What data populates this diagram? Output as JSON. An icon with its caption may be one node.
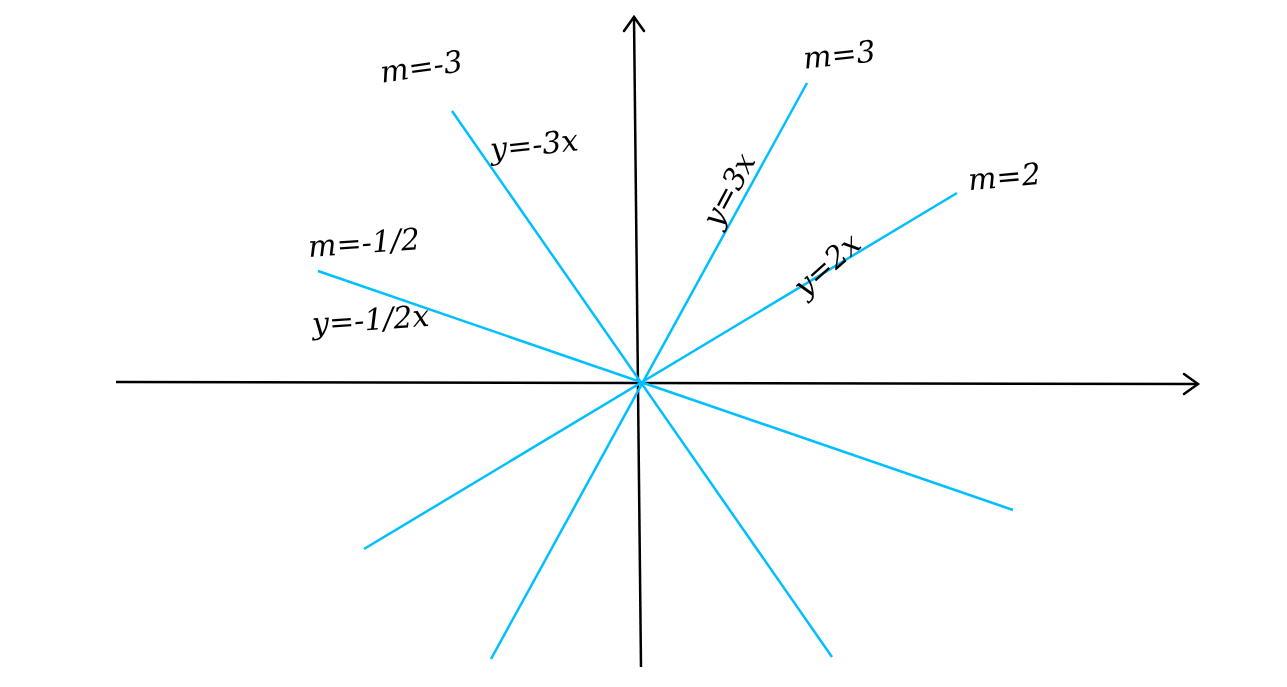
{
  "diagram": {
    "labels": [
      "m=-3",
      "m=3",
      "y=-3x",
      "y=3x",
      "m=2",
      "y=2x",
      "m=-1/2",
      "y=-1/2x"
    ]
  }
}
